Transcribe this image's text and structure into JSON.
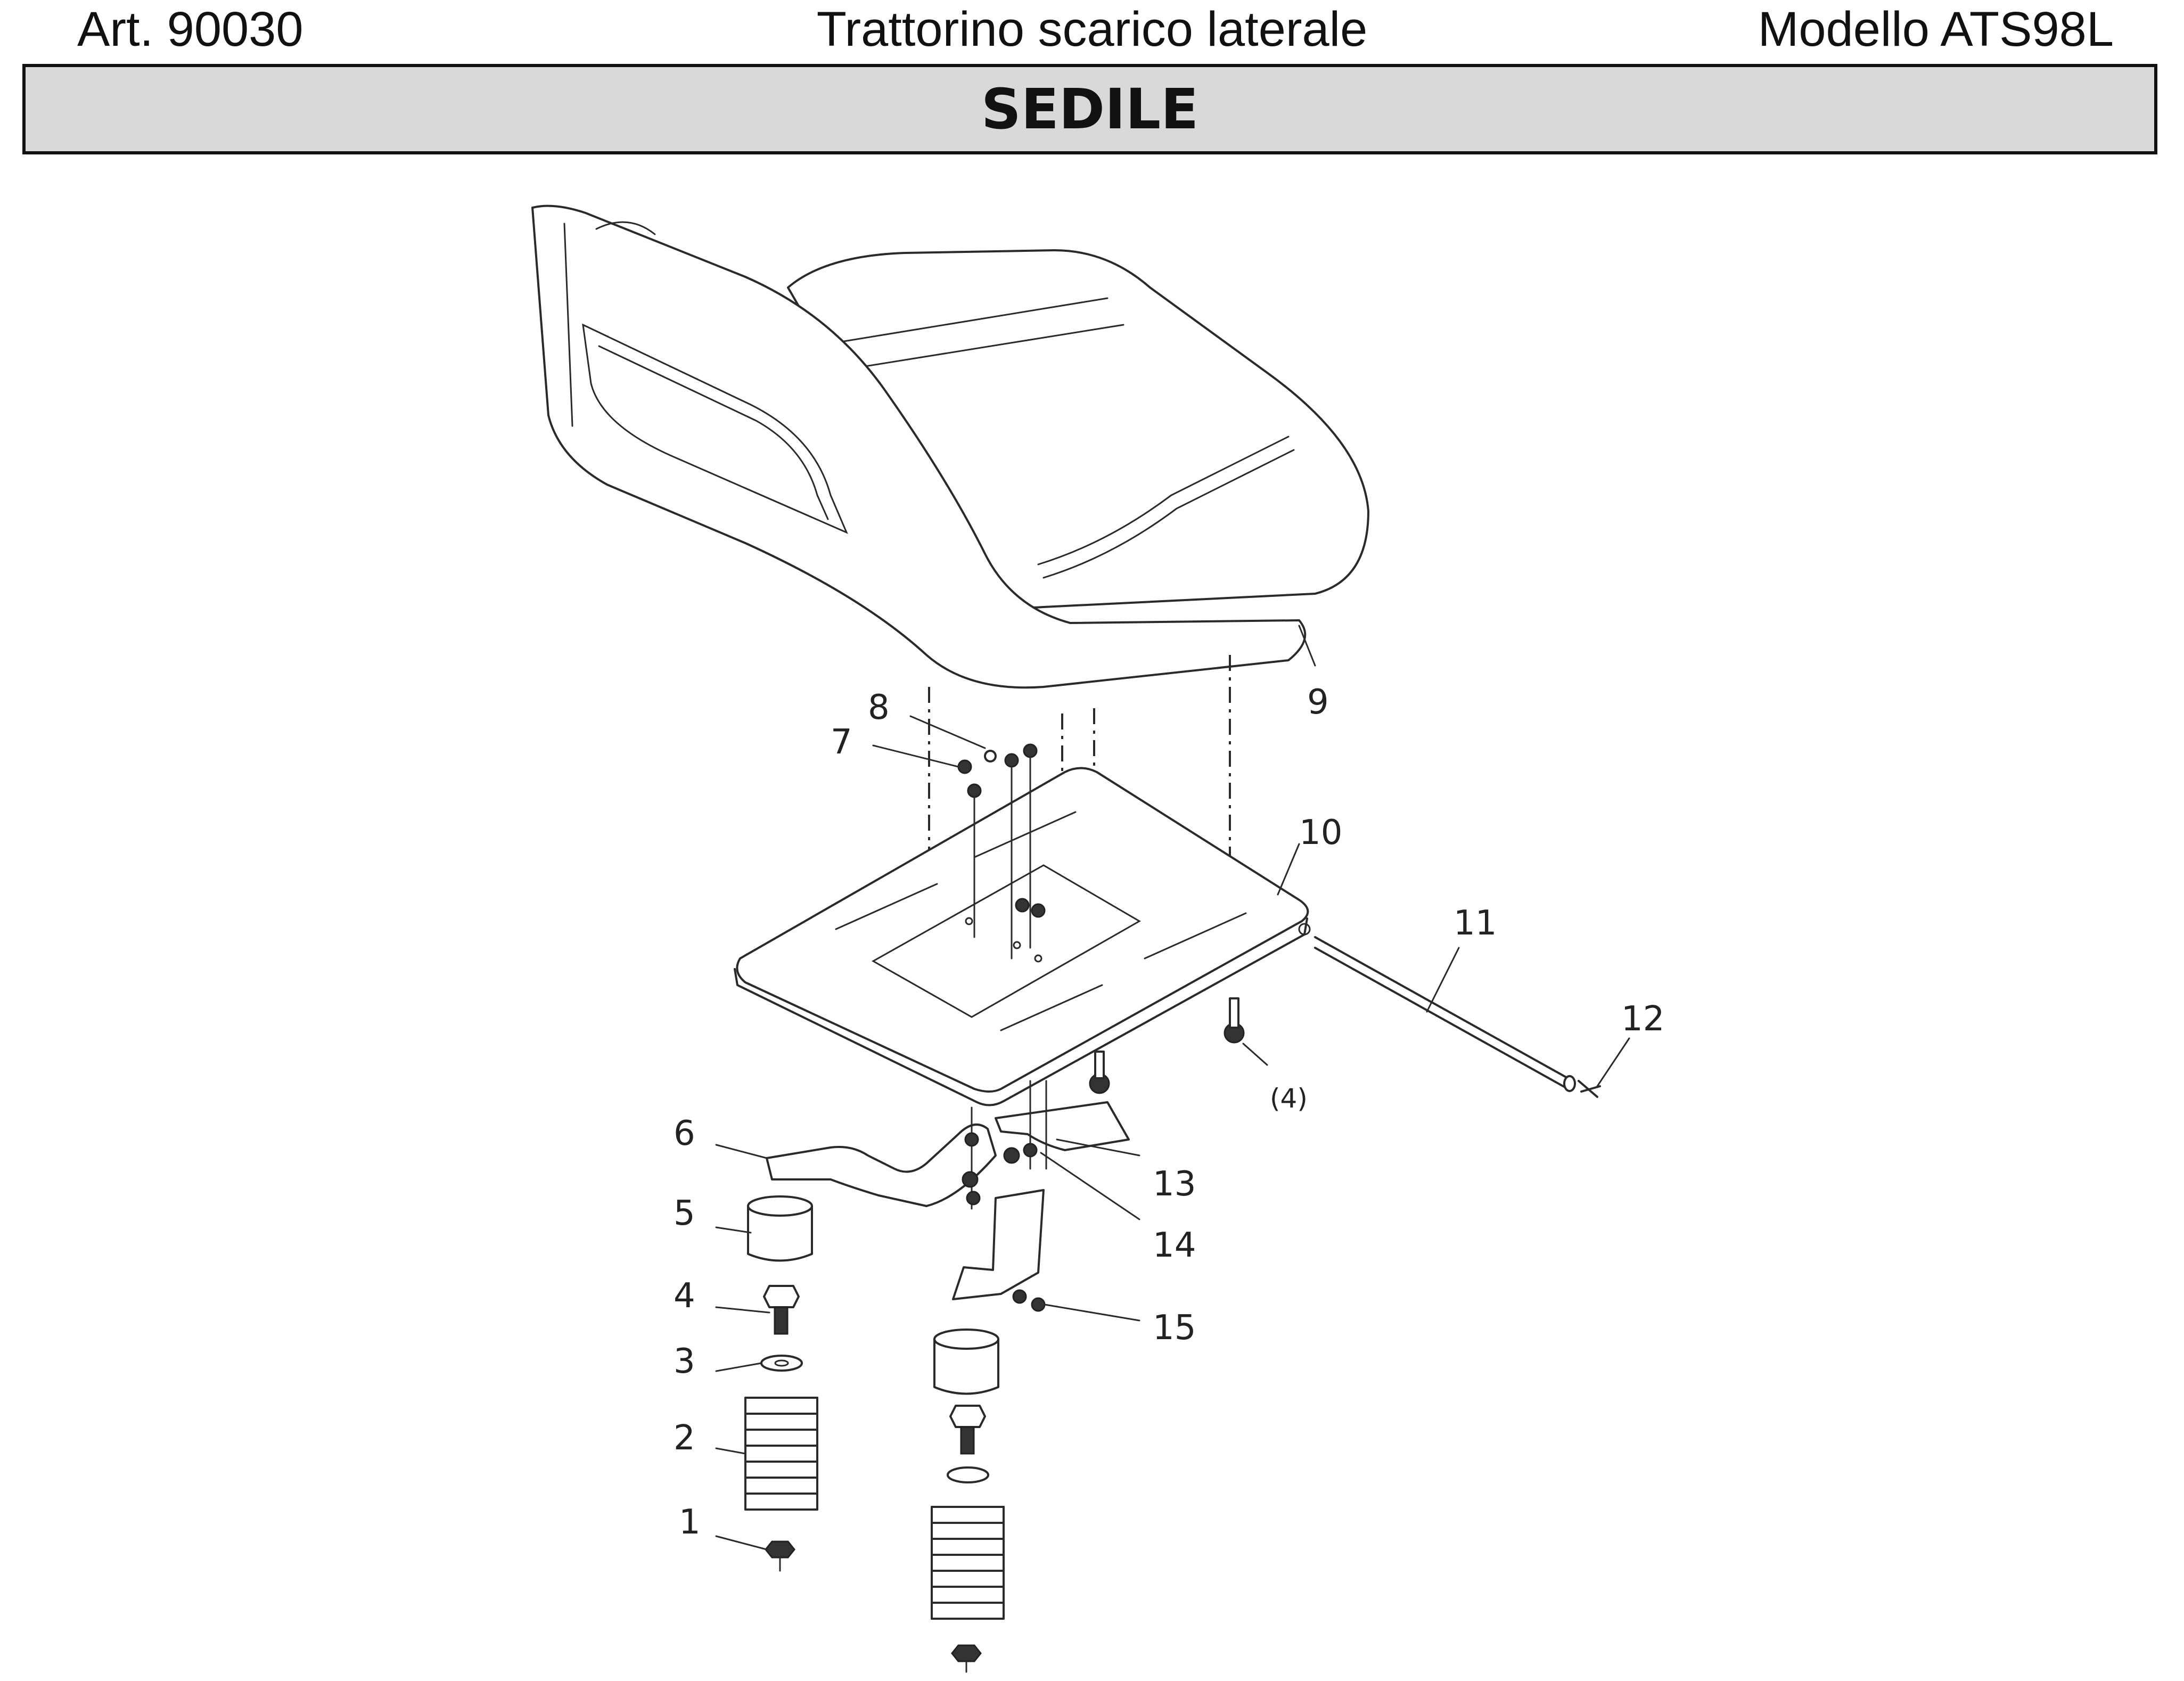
{
  "header": {
    "article": "Art. 90030",
    "product": "Trattorino scarico laterale",
    "model": "Modello ATS98L"
  },
  "section": {
    "title": "SEDILE"
  },
  "callouts": {
    "p1": "1",
    "p2": "2",
    "p3": "3",
    "p4": "4",
    "p5": "5",
    "p6": "6",
    "p7": "7",
    "p8": "8",
    "p9": "9",
    "p10": "10",
    "p11": "11",
    "p12": "12",
    "p13": "13",
    "p14": "14",
    "p15": "15",
    "p4qty": "(4)"
  }
}
